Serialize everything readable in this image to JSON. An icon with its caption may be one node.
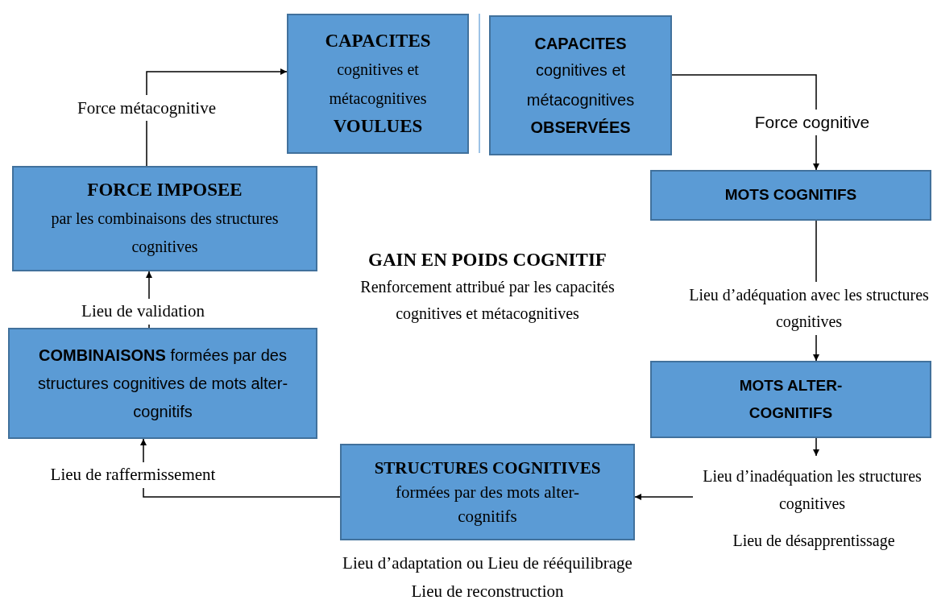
{
  "diagram": {
    "nodes": [
      {
        "text": [
          "CAPACITES",
          "cognitives et métacognitives",
          "VOULUES"
        ]
      },
      {
        "text": [
          "CAPACITES",
          "cognitives et métacognitives",
          "OBSERVÉES"
        ]
      },
      {
        "text": [
          "FORCE IMPOSEE",
          "par les combinaisons des structures cognitives"
        ]
      },
      {
        "text": [
          "MOTS COGNITIFS"
        ]
      },
      {
        "text": [
          "**COMBINAISONS** formées par des structures cognitives de mots alter-cognitifs"
        ]
      },
      {
        "text": [
          "MOTS ALTER-COGNITIFS"
        ]
      },
      {
        "text": [
          "**STRUCTURES COGNITIVES** formées par des mots alter-cognitifs"
        ],
        "beside": [
          "Lieu d’adaptation ou Lieu de rééquilibrage",
          "Lieu de reconstruction"
        ]
      }
    ],
    "edges": [
      {
        "from": 2,
        "to": 0,
        "arrow": "to",
        "label": "Force métacognitive"
      },
      {
        "from": 1,
        "to": 3,
        "arrow": "to",
        "label": "Force cognitive"
      },
      {
        "from": 3,
        "to": 5,
        "arrow": "to",
        "label": "Lieu d’adéquation avec les structures cognitives"
      },
      {
        "from": 5,
        "to": null,
        "arrow": "to"
      },
      {
        "from": null,
        "to": 6,
        "arrow": "to",
        "label": "Lieu d’inadéquation les structures cognitives"
      },
      {
        "from": 6,
        "to": 4,
        "arrow": "to",
        "label": "Lieu de raffermissement"
      },
      {
        "from": 4,
        "to": 2,
        "arrow": "to",
        "label": "Lieu de validation"
      }
    ],
    "labels": [
      "GAIN EN POIDS COGNITIF",
      "Renforcement attribué par les capacités cognitives et métacognitives",
      "Lieu de désapprentissage"
    ]
  }
}
